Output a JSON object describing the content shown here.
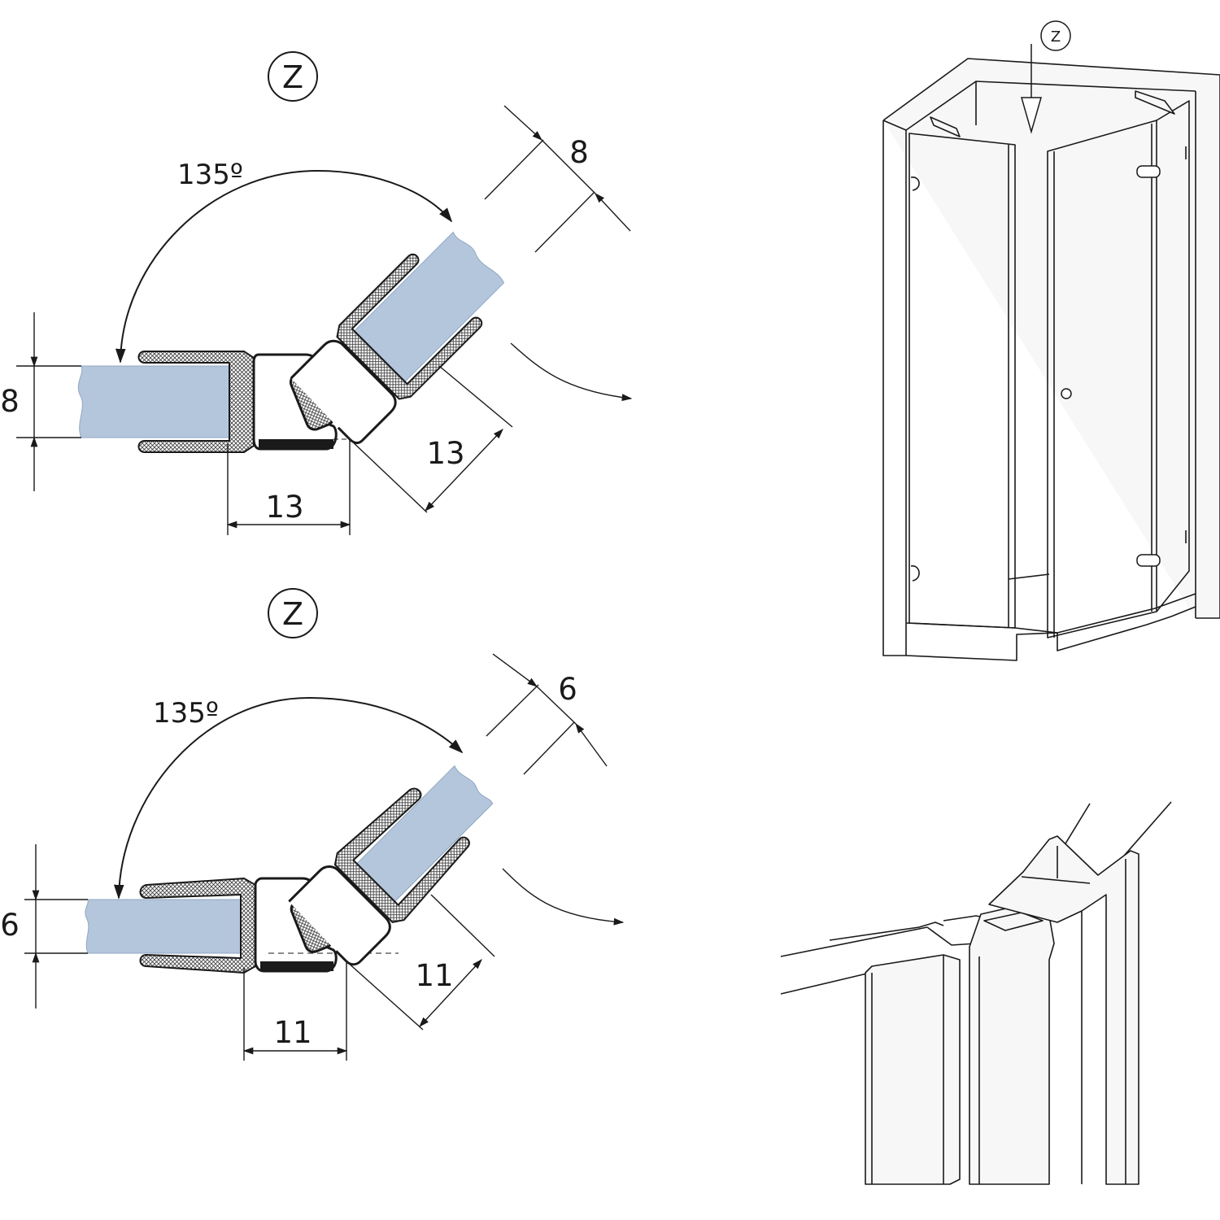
{
  "details": [
    {
      "marker": "Z",
      "angle": "135º",
      "glass_thickness": "8",
      "glass_thickness_left": "8",
      "depth_left": "13",
      "depth_right": "13"
    },
    {
      "marker": "Z",
      "angle": "135º",
      "glass_thickness": "6",
      "glass_thickness_left": "6",
      "depth_left": "11",
      "depth_right": "11"
    }
  ],
  "enclosure_view": {
    "marker": "Z"
  },
  "colors": {
    "glass": "#b4c6dc",
    "line": "#1a1a1a"
  }
}
